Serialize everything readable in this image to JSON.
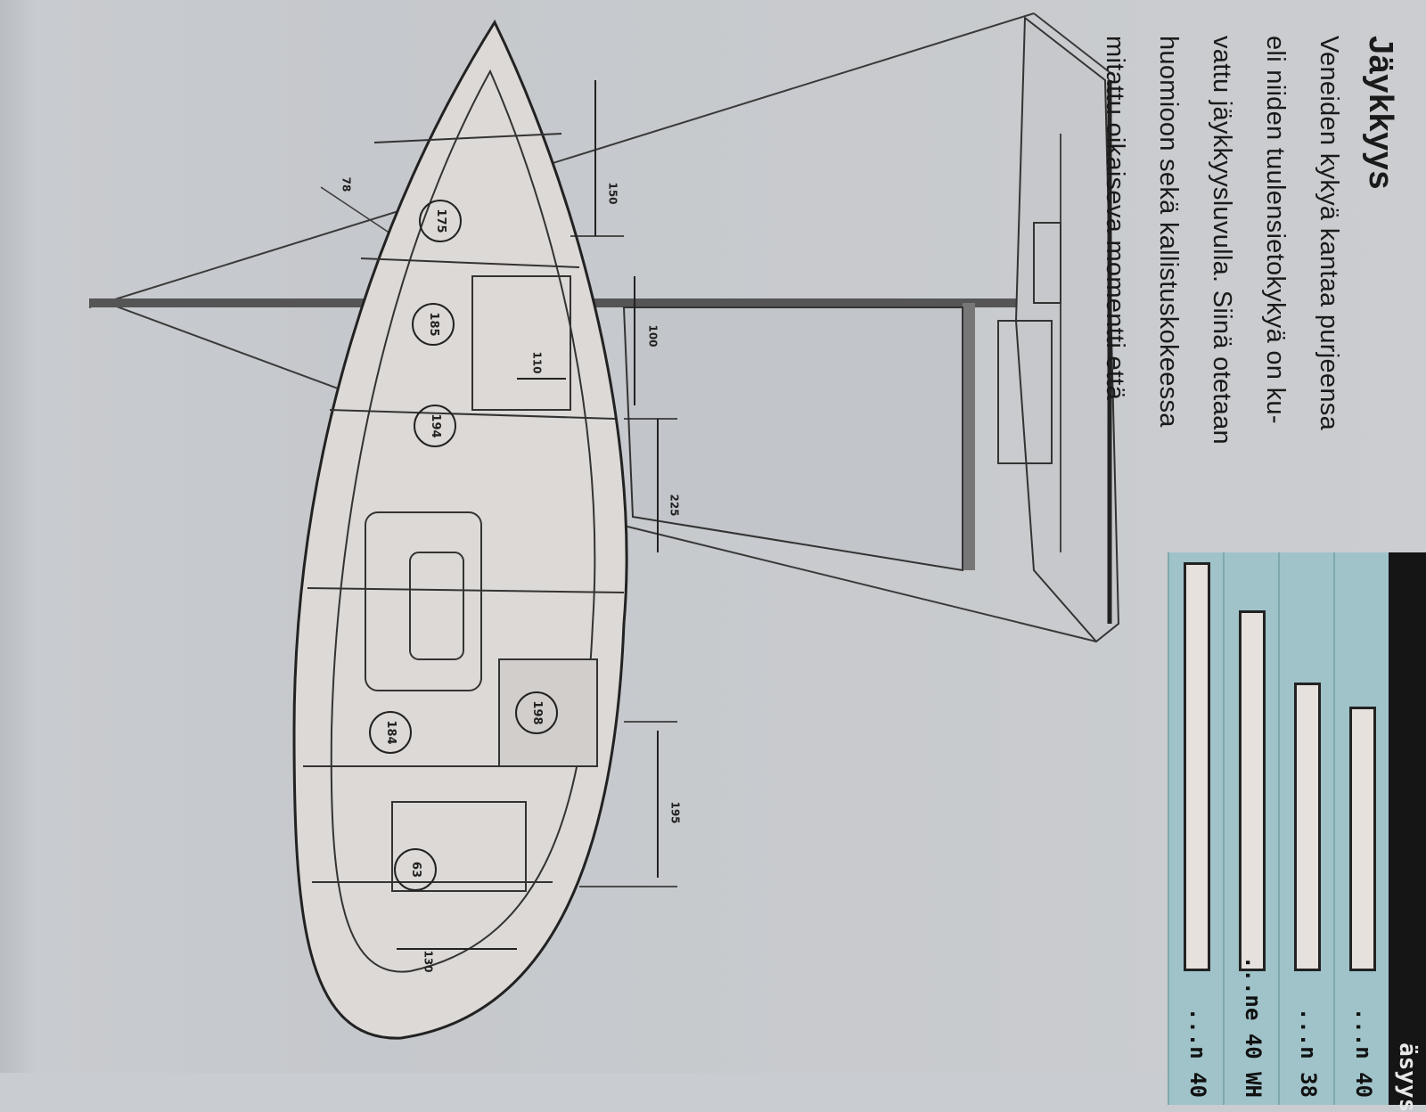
{
  "article": {
    "heading": "Jäykkyys",
    "lines": [
      "Veneiden kykyä kantaa purjeensa",
      "eli niiden tuulensietokykyä on ku-",
      "vattu jäykkyysluvulla. Siinä otetaan",
      "huomioon sekä kallistuskokeessa",
      "mitattu oikaiseva momentti että"
    ]
  },
  "drawing": {
    "dimension_labels": [
      "130",
      "195",
      "225",
      "100",
      "110",
      "150",
      "78"
    ],
    "berth_labels": [
      "63",
      "184",
      "198",
      "194",
      "185",
      "175"
    ]
  },
  "chart_data": {
    "type": "bar",
    "title": "äsyys",
    "categories": [
      "...n 40",
      "...n 38",
      "...ne 40 WH",
      "...n 40"
    ],
    "bar_levels": [
      0.55,
      0.6,
      0.75,
      0.85
    ]
  }
}
